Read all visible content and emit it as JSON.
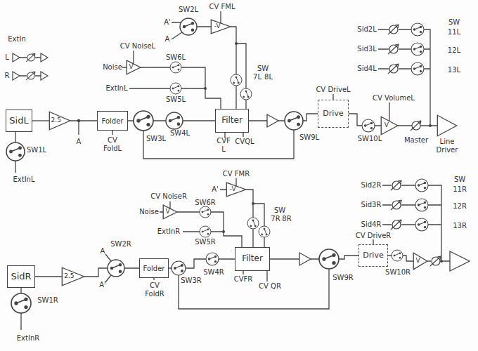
{
  "diagram": {
    "nodes": [
      {
        "text": [
          "SidL"
        ]
      },
      {
        "text": [
          "2.5"
        ]
      },
      {
        "text": [
          "Folder"
        ]
      },
      {
        "text": [
          "V"
        ]
      },
      {
        "text": [
          "-V"
        ]
      },
      {
        "text": [
          "Filter"
        ]
      },
      {
        "text": [
          "Drive"
        ]
      },
      {
        "text": [
          "V"
        ]
      },
      {
        "text": [
          "Line Driver"
        ]
      },
      {
        "text": [
          "SidR"
        ]
      },
      {
        "text": [
          "2.5"
        ]
      },
      {
        "text": [
          "Folder"
        ]
      },
      {
        "text": [
          "V"
        ]
      },
      {
        "text": [
          "-V"
        ]
      },
      {
        "text": [
          "Filter"
        ]
      },
      {
        "text": [
          "Drive"
        ]
      },
      {
        "text": [
          "V"
        ]
      }
    ],
    "edges": [
      {
        "from": 0,
        "to": 1,
        "arrow": "none"
      },
      {
        "from": 1,
        "to": 2,
        "arrow": "none"
      },
      {
        "from": 2,
        "to": 5,
        "arrow": "none"
      },
      {
        "from": 3,
        "to": 5,
        "arrow": "none"
      },
      {
        "from": 4,
        "to": 5,
        "arrow": "none"
      },
      {
        "from": 5,
        "to": 6,
        "arrow": "none"
      },
      {
        "from": 6,
        "to": 7,
        "arrow": "none"
      },
      {
        "from": 7,
        "to": 8,
        "arrow": "none"
      },
      {
        "from": 9,
        "to": 10,
        "arrow": "none"
      },
      {
        "from": 10,
        "to": 11,
        "arrow": "none"
      },
      {
        "from": 11,
        "to": 14,
        "arrow": "none"
      },
      {
        "from": 12,
        "to": 14,
        "arrow": "none"
      },
      {
        "from": 13,
        "to": 14,
        "arrow": "none"
      },
      {
        "from": 14,
        "to": 15,
        "arrow": "none"
      },
      {
        "from": 15,
        "to": 16,
        "arrow": "none"
      }
    ],
    "labels": [
      "ExtIn",
      "L",
      "R",
      "SW1L",
      "ExtInL",
      "A",
      "CV FoldL",
      "SW3L",
      "SW4L",
      "CV NoiseL",
      "Noise",
      "SW6L",
      "ExtInL",
      "SW5L",
      "SW2L",
      "A'",
      "A",
      "CV FML",
      "SW",
      "7L",
      "8L",
      "CVF L",
      "CVQL",
      "SW9L",
      "CV DriveL",
      "SW10L",
      "CV VolumeL",
      "Master",
      "Sid2L",
      "Sid3L",
      "Sid4L",
      "SW",
      "11L",
      "12L",
      "13L",
      "SW1R",
      "ExtInR",
      "A",
      "A'",
      "SW2R",
      "CV FoldR",
      "SW3R",
      "SW4R",
      "CV NoiseR",
      "Noise",
      "SW6R",
      "ExtInR",
      "SW5R",
      "A'",
      "CV FMR",
      "SW",
      "7R",
      "8R",
      "CVFR",
      "CV QR",
      "SW9R",
      "CV DriveR",
      "SW10R",
      "Sid2R",
      "Sid3R",
      "Sid4R",
      "SW",
      "11R",
      "12R",
      "13R"
    ]
  }
}
